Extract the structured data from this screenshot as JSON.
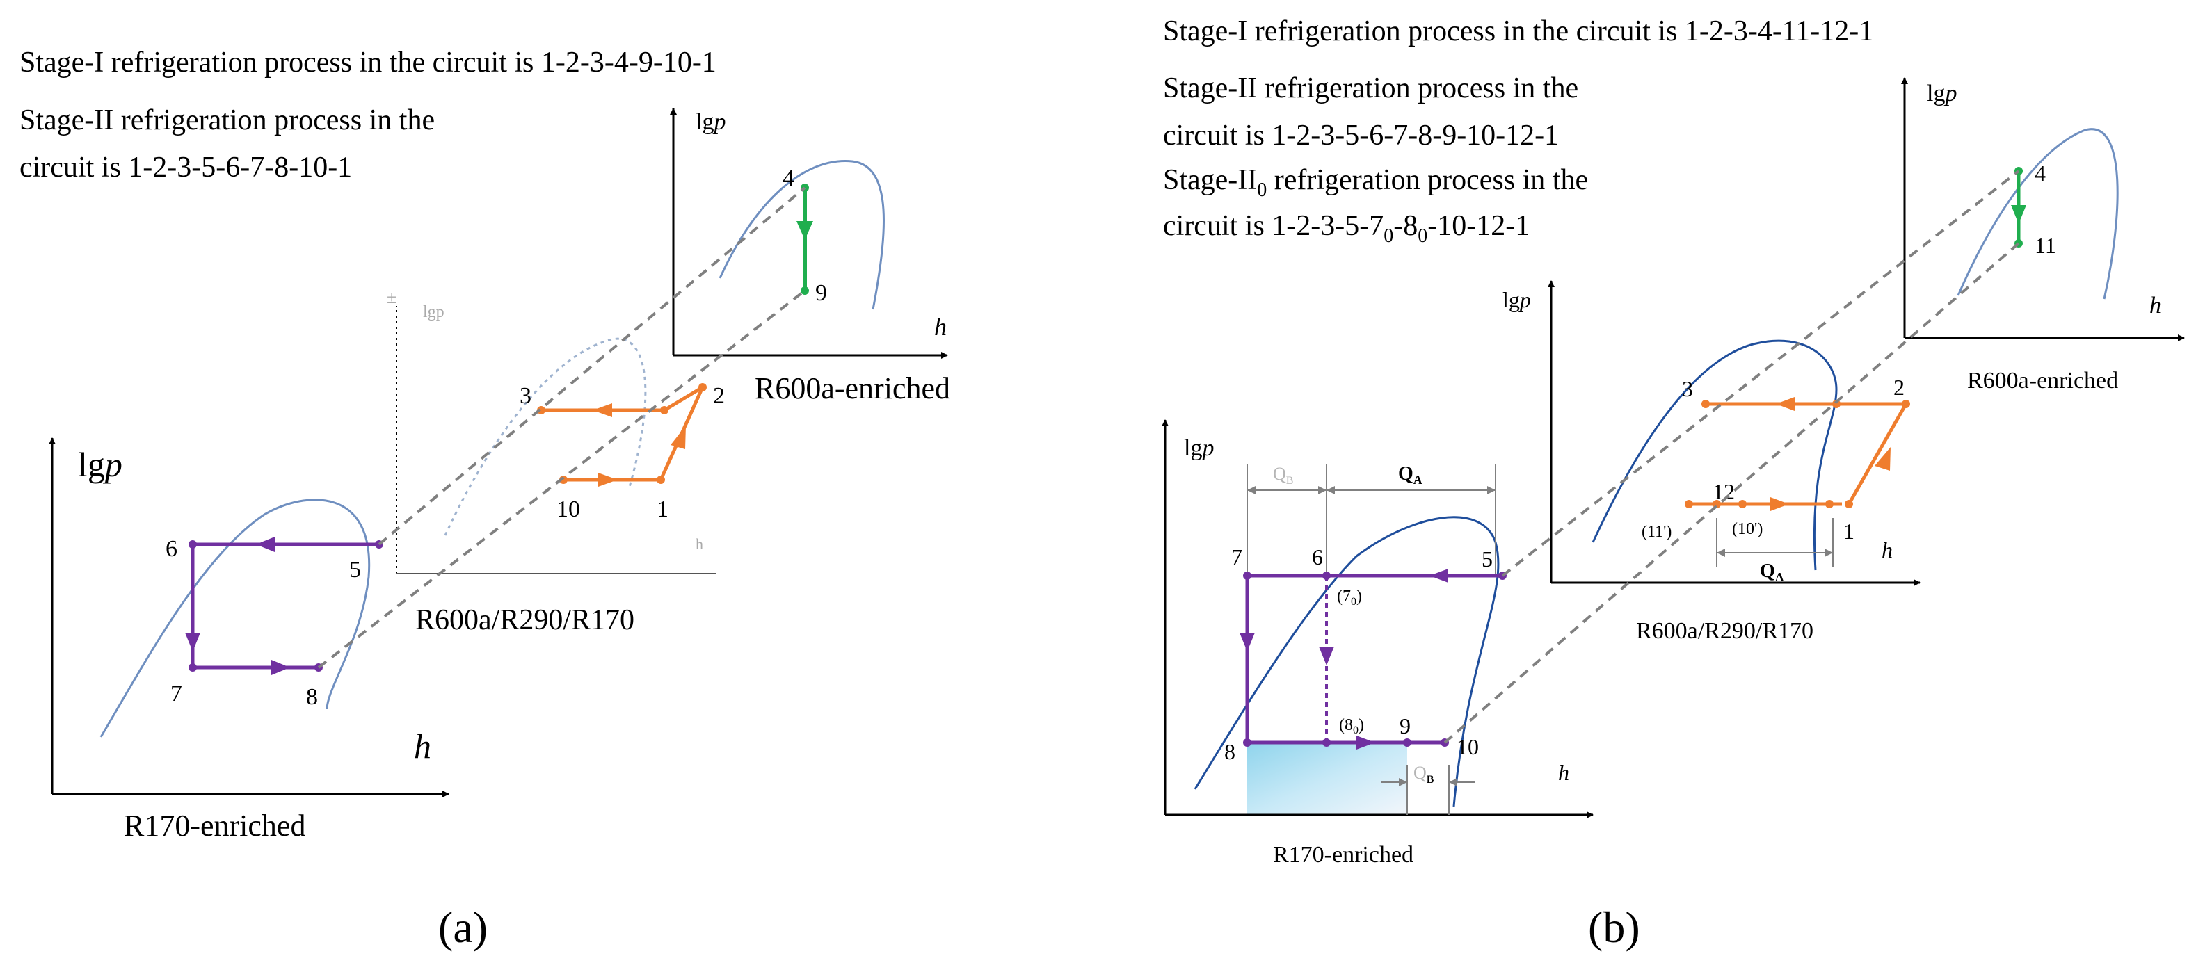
{
  "panel_a": {
    "label": "(a)",
    "text_line1": "Stage-I  refrigeration process in the circuit is 1-2-3-4-9-10-1",
    "text_line2": "Stage-II refrigeration process in the",
    "text_line3": "circuit is 1-2-3-5-6-7-8-10-1",
    "charts": {
      "r600a": {
        "y_axis": "lgp",
        "x_axis": "h",
        "name": "R600a-enriched"
      },
      "mix": {
        "name": "R600a/R290/R170"
      },
      "r170": {
        "y_axis": "lgp",
        "x_axis": "h",
        "name": "R170-enriched"
      }
    },
    "points": {
      "p1": "1",
      "p2": "2",
      "p3": "3",
      "p4": "4",
      "p5": "5",
      "p6": "6",
      "p7": "7",
      "p8": "8",
      "p9": "9",
      "p10": "10"
    }
  },
  "panel_b": {
    "label": "(b)",
    "text_line1": "Stage-I  refrigeration process in the circuit is 1-2-3-4-11-12-1",
    "text_line2": "Stage-II refrigeration process in the",
    "text_line3": "circuit is 1-2-3-5-6-7-8-9-10-12-1",
    "text_line4_main": "Stage-II",
    "text_line4_sub": "0",
    "text_line4_rest": "  refrigeration process in the",
    "text_line5_a": "circuit is 1-2-3-5-7",
    "text_line5_sub1": "0",
    "text_line5_b": "-8",
    "text_line5_sub2": "0",
    "text_line5_c": "-10-12-1",
    "charts": {
      "r600a": {
        "y_axis": "lgp",
        "x_axis": "h",
        "name": "R600a-enriched"
      },
      "mix": {
        "y_axis": "lgp",
        "x_axis": "h",
        "name": "R600a/R290/R170"
      },
      "r170": {
        "y_axis": "lgp",
        "x_axis": "h",
        "name": "R170-enriched"
      }
    },
    "points": {
      "p1": "1",
      "p2": "2",
      "p3": "3",
      "p4": "4",
      "p5": "5",
      "p6": "6",
      "p7": "7",
      "p8": "8",
      "p9": "9",
      "p10": "10",
      "p11": "11",
      "p12": "12",
      "p10p": "(10')",
      "p11p": "(11')",
      "p7_0": "(7",
      "p8_0": "(8",
      "sub0": "0",
      "close": ")"
    },
    "heat": {
      "qa": "Q",
      "qa_sub": "A",
      "qb": "Q",
      "qb_sub": "B"
    }
  },
  "colors": {
    "orange": "#ef7d2e",
    "purple": "#7030a0",
    "green": "#1fae4e",
    "curve_a": "#6f8fc0",
    "curve_b": "#1f4e9c",
    "dash": "#808080",
    "axis": "#000000"
  }
}
